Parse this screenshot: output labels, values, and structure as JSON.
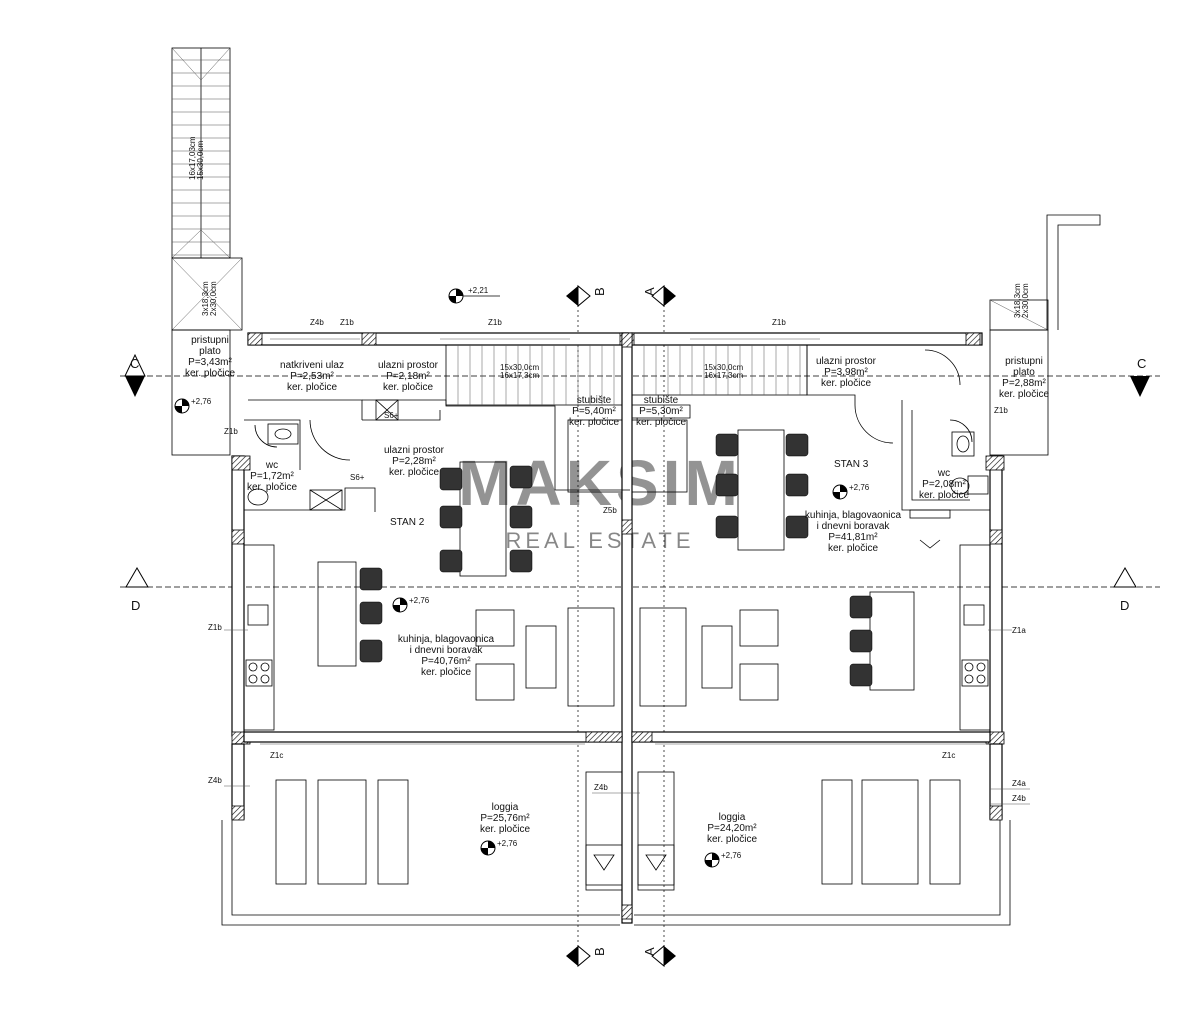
{
  "watermark": {
    "line1": "MAKSIM",
    "line2": "REAL ESTATE"
  },
  "sections": {
    "a": "A",
    "b": "B",
    "c": "C",
    "d": "D"
  },
  "levels": {
    "top": "+2,21",
    "main": "+2,76"
  },
  "stairs": {
    "left_tall": "16x17,03cm\n15x30,0cm",
    "left_small": "3x18,3cm\n2x30,0cm",
    "right_small": "3x18,3cm\n2x30,0cm",
    "mid_left": "15x30,0cm\n16x17,3cm",
    "mid_right": "15x30,0cm\n16x17,3cm"
  },
  "rooms": [
    {
      "id": "pristupni-left",
      "lines": [
        "pristupni",
        "plato",
        "P=3,43m²",
        "ker. pločice"
      ]
    },
    {
      "id": "natkriveni",
      "lines": [
        "natkriveni ulaz",
        "P=2,53m²",
        "ker. pločice"
      ]
    },
    {
      "id": "ulazni-small-left",
      "lines": [
        "ulazni prostor",
        "P=2,18m²",
        "ker. pločice"
      ]
    },
    {
      "id": "stubiste-left",
      "lines": [
        "stubište",
        "P=5,40m²",
        "ker. pločice"
      ]
    },
    {
      "id": "stubiste-right",
      "lines": [
        "stubište",
        "P=5,30m²",
        "ker. pločice"
      ]
    },
    {
      "id": "ulazni-right",
      "lines": [
        "ulazni prostor",
        "P=3,98m²",
        "ker. pločice"
      ]
    },
    {
      "id": "pristupni-right",
      "lines": [
        "pristupni",
        "plato",
        "P=2,88m²",
        "ker. pločice"
      ]
    },
    {
      "id": "wc-left",
      "lines": [
        "wc",
        "P=1,72m²",
        "ker. pločice"
      ]
    },
    {
      "id": "ulazni-left",
      "lines": [
        "ulazni prostor",
        "P=2,28m²",
        "ker. pločice"
      ]
    },
    {
      "id": "wc-right",
      "lines": [
        "wc",
        "P=2,08m²",
        "ker. pločice"
      ]
    },
    {
      "id": "kuhinja-left",
      "lines": [
        "kuhinja, blagovaonica",
        "i dnevni boravak",
        "P=40,76m²",
        "ker. pločice"
      ]
    },
    {
      "id": "kuhinja-right",
      "lines": [
        "kuhinja, blagovaonica",
        "i dnevni boravak",
        "P=41,81m²",
        "ker. pločice"
      ]
    },
    {
      "id": "loggia-left",
      "lines": [
        "loggia",
        "P=25,76m²",
        "ker. pločice"
      ]
    },
    {
      "id": "loggia-right",
      "lines": [
        "loggia",
        "P=24,20m²",
        "ker. pločice"
      ]
    }
  ],
  "units": {
    "stan2": "STAN 2",
    "stan3": "STAN 3"
  },
  "tags": {
    "z4b_top": "Z4b",
    "z1b_top_a": "Z1b",
    "z1b_top_b": "Z1b",
    "z1b_top_c": "Z1b",
    "z1b_left": "Z1b",
    "z1b_right": "Z1b",
    "z1b_mid": "Z1b",
    "s6_a": "S6+",
    "s6_b": "S6+",
    "z5b": "Z5b",
    "z1a": "Z1a",
    "z1c_left": "Z1c",
    "z1c_right": "Z1c",
    "z4b_left": "Z4b",
    "z4b_mid": "Z4b",
    "z4a_right": "Z4a",
    "z4b_right": "Z4b"
  }
}
